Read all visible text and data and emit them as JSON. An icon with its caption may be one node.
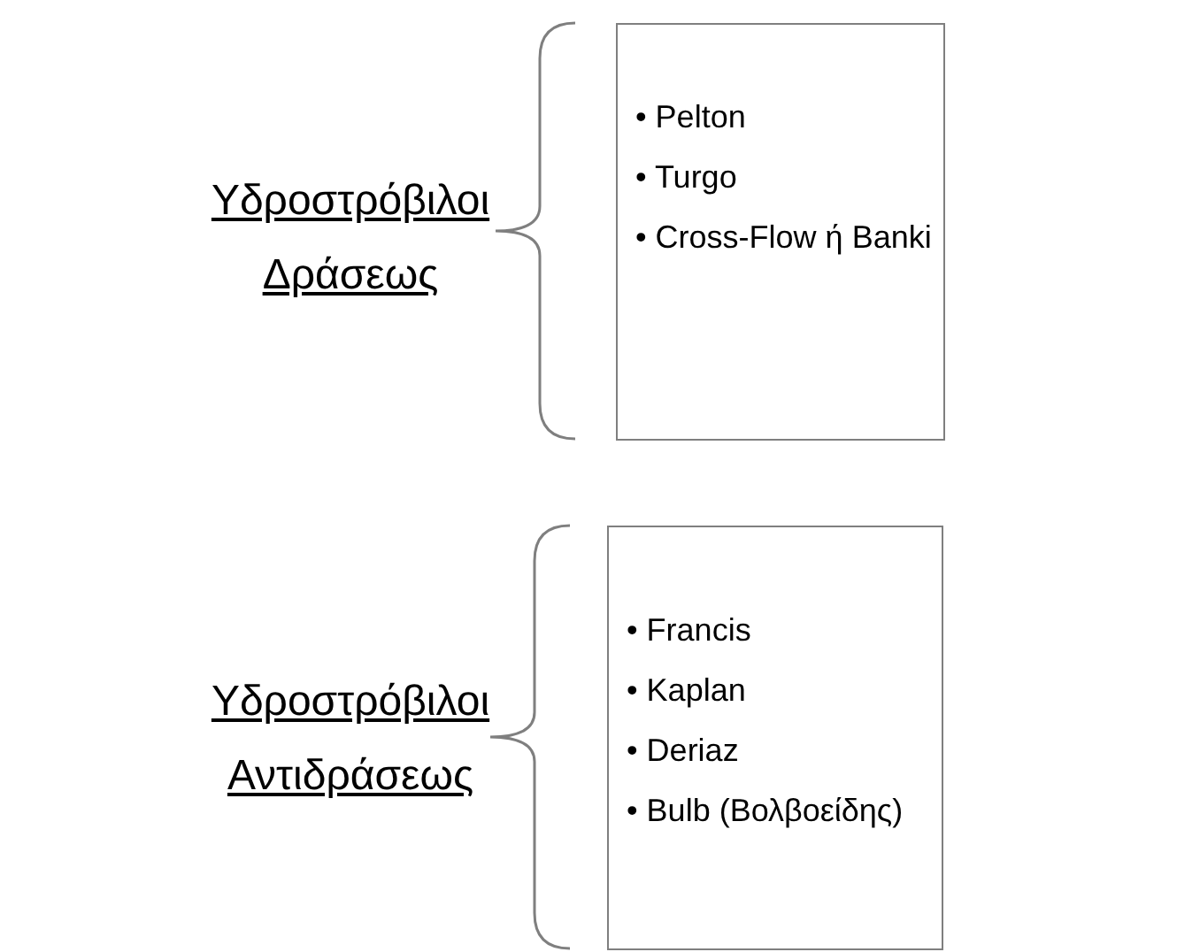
{
  "diagram": {
    "nodes": [
      {
        "text": [
          "• Pelton",
          "• Turgo",
          "• Cross-Flow ή Banki"
        ]
      },
      {
        "text": [
          "• Francis",
          "• Kaplan",
          "• Deriaz",
          "• Bulb (Βολβοείδης)"
        ]
      }
    ],
    "labels": [
      "Υδροστρόβιλοι Δράσεως",
      "Υδροστρόβιλοι Αντιδράσεως"
    ]
  }
}
